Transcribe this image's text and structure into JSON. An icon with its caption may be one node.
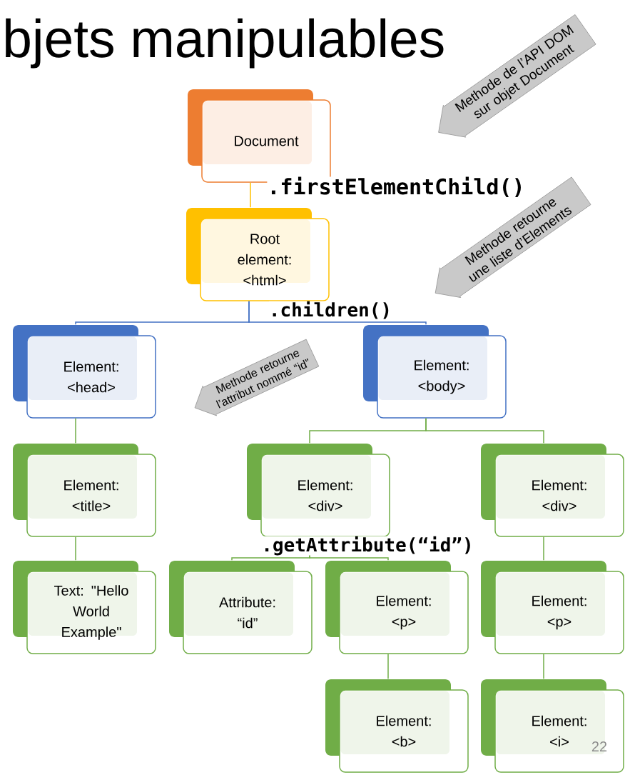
{
  "diagram": {
    "title": "bjets manipulables",
    "nodes": [
      {
        "text": [
          "Document"
        ]
      },
      {
        "text": [
          "Root element: <html>"
        ]
      },
      {
        "text": [
          "Element: <head>"
        ]
      },
      {
        "text": [
          "Element: <body>"
        ]
      },
      {
        "text": [
          "Element: <title>"
        ]
      },
      {
        "text": [
          "Element: <div>"
        ]
      },
      {
        "text": [
          "Element: <div>"
        ]
      },
      {
        "text": [
          "Text: \"Hello World Example\""
        ]
      },
      {
        "text": [
          "Attribute: “id”"
        ]
      },
      {
        "text": [
          "Element: <p>"
        ]
      },
      {
        "text": [
          "Element: <p>"
        ]
      },
      {
        "text": [
          "Element: <b>"
        ]
      },
      {
        "text": [
          "Element: <i>"
        ]
      },
      {
        "text": [
          "Methode de l’API DOM sur objet Document"
        ]
      },
      {
        "text": [
          "Methode retourne une liste d’Elements"
        ]
      },
      {
        "text": [
          "Methode retourne l’attribut nommé “id”"
        ]
      }
    ],
    "edges": [
      {
        "from": 0,
        "to": 1,
        "arrow": "none",
        "color": "#ffc000",
        "label": ".firstElementChild()"
      },
      {
        "from": 1,
        "to": 2,
        "arrow": "none",
        "color": "#4472c4",
        "label": ".children()"
      },
      {
        "from": 1,
        "to": 3,
        "arrow": "none",
        "color": "#4472c4"
      },
      {
        "from": 2,
        "to": 4,
        "arrow": "none"
      },
      {
        "from": 4,
        "to": 7,
        "arrow": "none"
      },
      {
        "from": 3,
        "to": 5,
        "arrow": "none"
      },
      {
        "from": 3,
        "to": 6,
        "arrow": "none"
      },
      {
        "from": 5,
        "to": 8,
        "arrow": "none",
        "label": ".getAttribute(“id”)"
      },
      {
        "from": 5,
        "to": 9,
        "arrow": "none"
      },
      {
        "from": 6,
        "to": 10,
        "arrow": "none"
      },
      {
        "from": 9,
        "to": 11,
        "arrow": "none"
      },
      {
        "from": 10,
        "to": 12,
        "arrow": "none"
      }
    ],
    "labels": [
      "22"
    ]
  }
}
